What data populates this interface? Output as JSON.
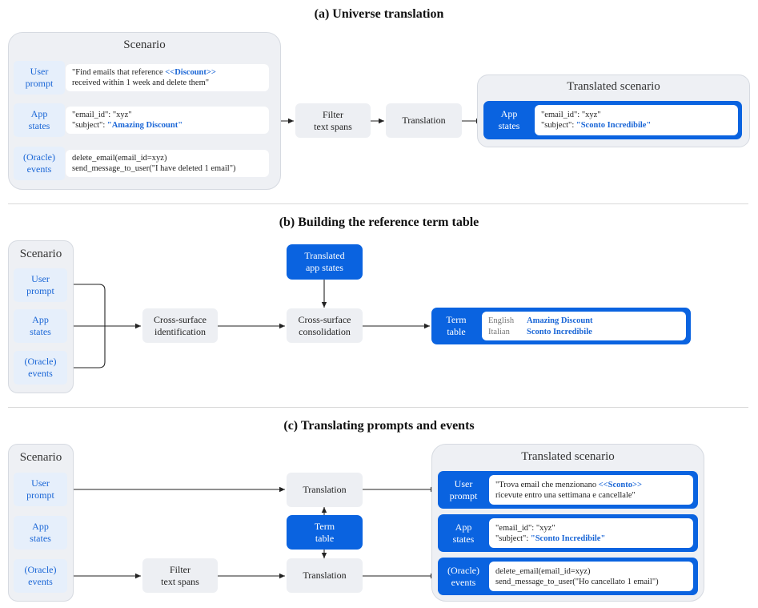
{
  "section_a": {
    "title": "(a) Universe translation",
    "scenario_title": "Scenario",
    "rows": [
      {
        "label_l1": "User",
        "label_l2": "prompt",
        "line1_pre": "\"Find emails that reference ",
        "line1_hl": "<<Discount>>",
        "line2": "received within 1 week and delete them\""
      },
      {
        "label_l1": "App",
        "label_l2": "states",
        "line1": "\"email_id\": \"xyz\"",
        "line2_pre": "\"subject\": ",
        "line2_hl": "\"Amazing Discount\""
      },
      {
        "label_l1": "(Oracle)",
        "label_l2": "events",
        "line1": "delete_email(email_id=xyz)",
        "line2": "send_message_to_user(\"I have deleted 1 email\")"
      }
    ],
    "filter_l1": "Filter",
    "filter_l2": "text spans",
    "translation": "Translation",
    "translated_title": "Translated scenario",
    "out_label_l1": "App",
    "out_label_l2": "states",
    "out_line1": "\"email_id\": \"xyz\"",
    "out_line2_pre": "\"subject\": ",
    "out_line2_hl": "\"Sconto Incredibile\""
  },
  "section_b": {
    "title": "(b) Building the reference term table",
    "scenario_title": "Scenario",
    "labels": [
      {
        "l1": "User",
        "l2": "prompt"
      },
      {
        "l1": "App",
        "l2": "states"
      },
      {
        "l1": "(Oracle)",
        "l2": "events"
      }
    ],
    "cross_identification_l1": "Cross-surface",
    "cross_identification_l2": "identification",
    "translated_app_states_l1": "Translated",
    "translated_app_states_l2": "app states",
    "cross_consolidation_l1": "Cross-surface",
    "cross_consolidation_l2": "consolidation",
    "term_table_l1": "Term",
    "term_table_l2": "table",
    "terms": [
      {
        "lang": "English",
        "term": "Amazing Discount"
      },
      {
        "lang": "Italian",
        "term": "Sconto Incredibile"
      }
    ]
  },
  "section_c": {
    "title": "(c) Translating prompts and events",
    "scenario_title": "Scenario",
    "labels": [
      {
        "l1": "User",
        "l2": "prompt"
      },
      {
        "l1": "App",
        "l2": "states"
      },
      {
        "l1": "(Oracle)",
        "l2": "events"
      }
    ],
    "translation_top": "Translation",
    "term_table_l1": "Term",
    "term_table_l2": "table",
    "translation_bottom": "Translation",
    "filter_l1": "Filter",
    "filter_l2": "text spans",
    "translated_title": "Translated scenario",
    "out_rows": [
      {
        "label_l1": "User",
        "label_l2": "prompt",
        "line1_pre": "\"Trova email che menzionano ",
        "line1_hl": "<<Sconto>>",
        "line2": "ricevute entro una settimana e cancellale\""
      },
      {
        "label_l1": "App",
        "label_l2": "states",
        "line1": "\"email_id\": \"xyz\"",
        "line2_pre": "\"subject\": ",
        "line2_hl": "\"Sconto Incredibile\""
      },
      {
        "label_l1": "(Oracle)",
        "label_l2": "events",
        "line1": "delete_email(email_id=xyz)",
        "line2": "send_message_to_user(\"Ho cancellato 1 email\")"
      }
    ]
  }
}
